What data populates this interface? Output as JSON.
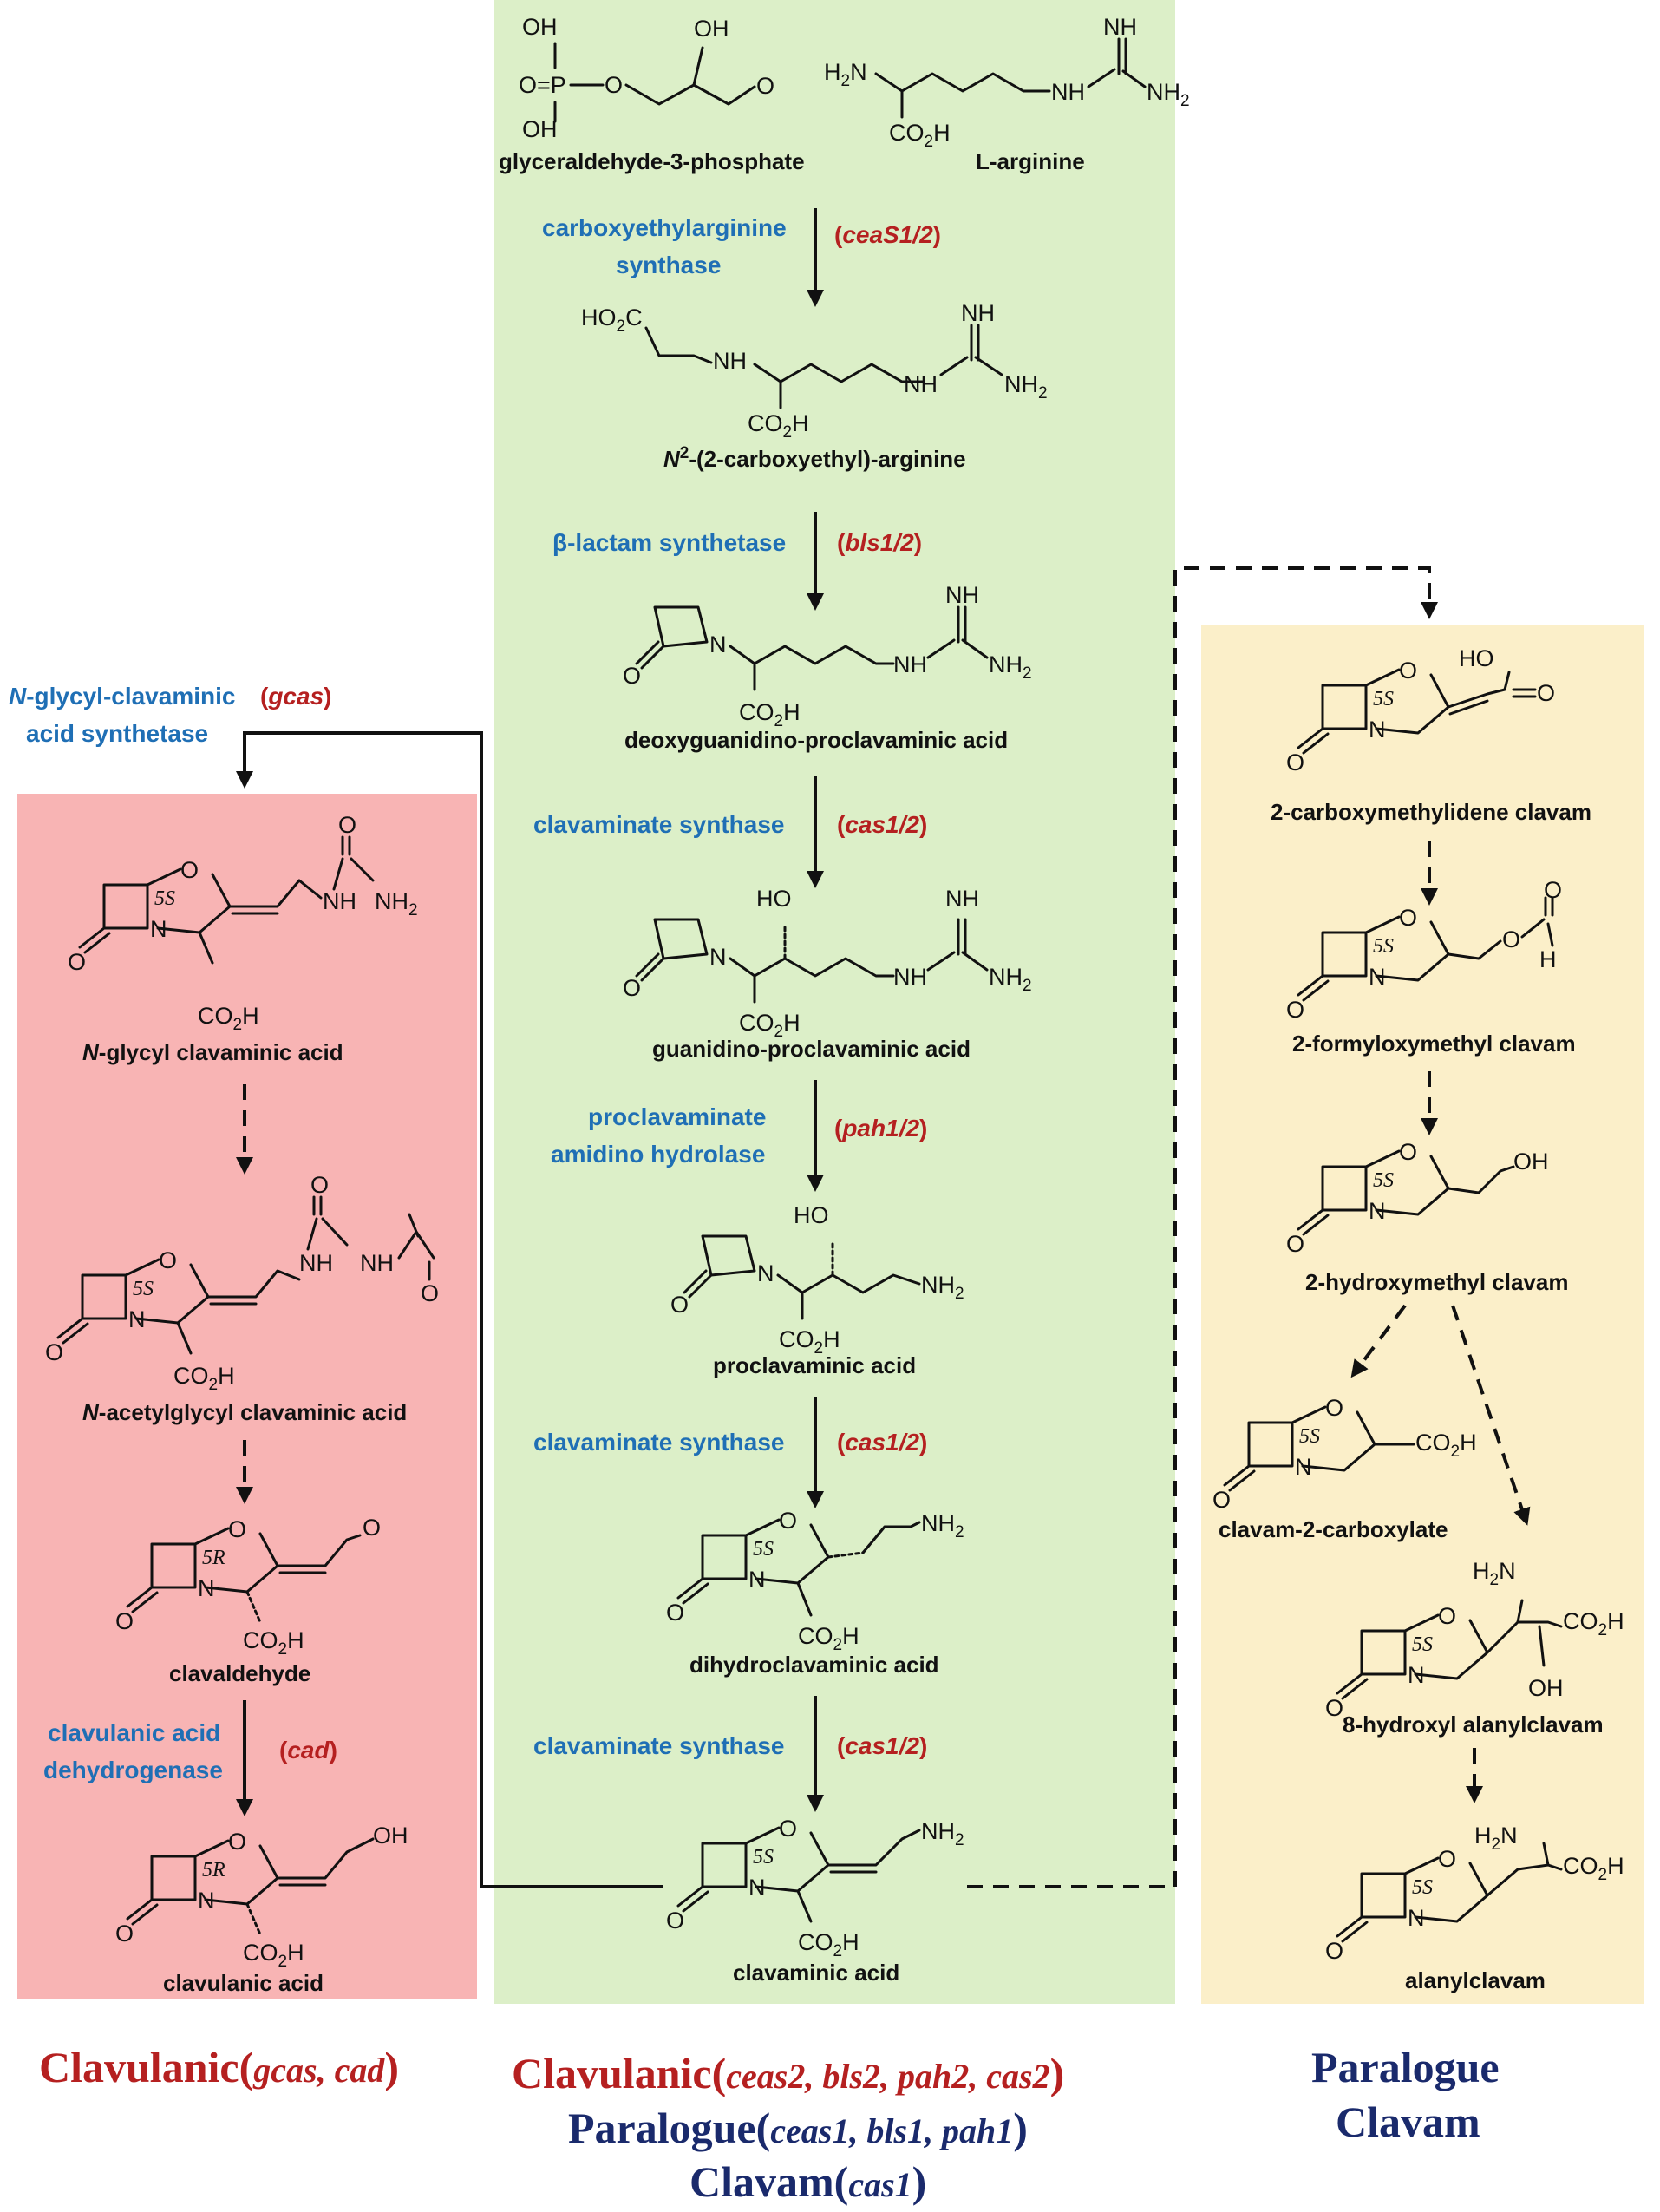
{
  "panels": {
    "left_color": "#f8b4b4",
    "center_color": "#dcefc8",
    "right_color": "#fbefc9"
  },
  "center": {
    "substrate1": "glyceraldehyde-3-phosphate",
    "substrate2": "L-arginine",
    "step1_enzyme_line1": "carboxyethylarginine",
    "step1_enzyme_line2": "synthase",
    "step1_gene": "ceaS1/2",
    "product1_prefix": "N",
    "product1_sup": "2",
    "product1_rest": "-(2-carboxyethyl)-arginine",
    "step2_enzyme": "β-lactam synthetase",
    "step2_gene": "bls1/2",
    "product2": "deoxyguanidino-proclavaminic acid",
    "step3_enzyme": "clavaminate synthase",
    "step3_gene": "cas1/2",
    "product3": "guanidino-proclavaminic acid",
    "step4_enzyme_line1": "proclavaminate",
    "step4_enzyme_line2": "amidino hydrolase",
    "step4_gene": "pah1/2",
    "product4": "proclavaminic acid",
    "step5_enzyme": "clavaminate synthase",
    "step5_gene": "cas1/2",
    "product5": "dihydroclavaminic acid",
    "step6_enzyme": "clavaminate synthase",
    "step6_gene": "cas1/2",
    "product6": "clavaminic acid"
  },
  "left": {
    "enzyme_line1_prefix": "N",
    "enzyme_line1_rest": "-glycyl-clavaminic",
    "enzyme_line2": "acid synthetase",
    "gene": "gcas",
    "product1_prefix": "N",
    "product1_rest": "-glycyl clavaminic acid",
    "product2_prefix": "N",
    "product2_rest": "-acetylglycyl clavaminic acid",
    "product3": "clavaldehyde",
    "step_enzyme_line1": "clavulanic acid",
    "step_enzyme_line2": "dehydrogenase",
    "step_gene": "cad",
    "product4": "clavulanic acid"
  },
  "right": {
    "product1": "2-carboxymethylidene clavam",
    "product2": "2-formyloxymethyl clavam",
    "product3": "2-hydroxymethyl clavam",
    "product4": "clavam-2-carboxylate",
    "product5": "8-hydroxyl alanylclavam",
    "product6": "alanylclavam"
  },
  "footer": {
    "left_word": "Clavulanic",
    "left_genes": "gcas, cad",
    "center_line1_word": "Clavulanic",
    "center_line1_genes": "ceas2, bls2, pah2, cas2",
    "center_line2_word": "Paralogue",
    "center_line2_genes": "ceas1, bls1, pah1",
    "center_line3_word": "Clavam",
    "center_line3_genes": "cas1",
    "right_line1": "Paralogue",
    "right_line2": "Clavam"
  }
}
